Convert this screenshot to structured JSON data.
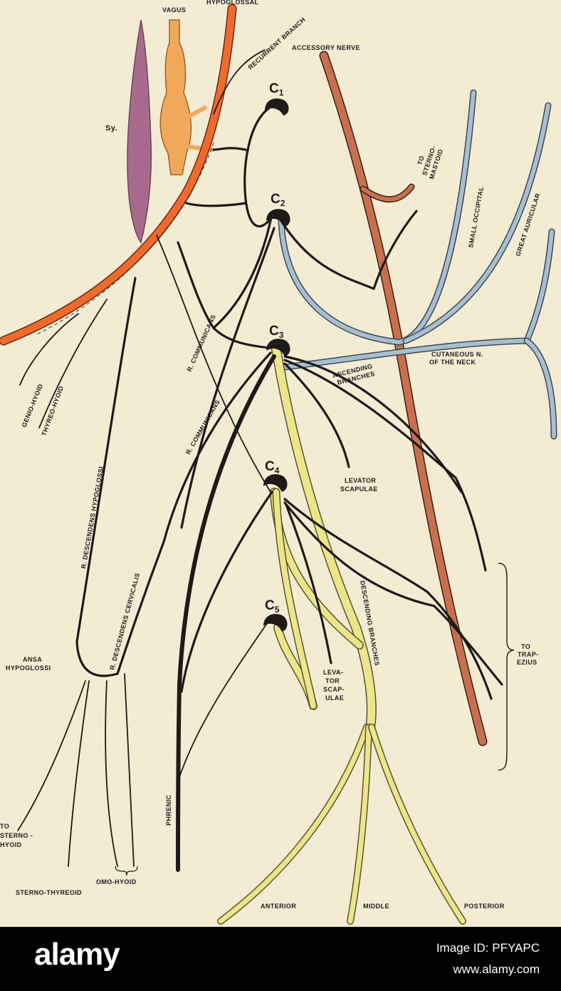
{
  "labels": {
    "hypoglossal": "HYPOGLOSSAL",
    "vagus": "VAGUS",
    "recurrent_branch": "RECURRENT BRANCH",
    "accessory_nerve": "ACCESSORY NERVE",
    "sy": "Sy.",
    "to_sterno_mastoid": [
      "TO",
      "STERNO-",
      "MASTOID"
    ],
    "small_occipital": "SMALL OCCIPITAL",
    "great_auricular": "GREAT AURICULAR",
    "cutaneous_n": [
      "CUTANEOUS N.",
      "OF THE NECK"
    ],
    "ascending_branches": [
      "ASCENDING",
      "BRANCHES"
    ],
    "genio_hyoid": "GENIO-HYOID",
    "thyreo_hyoid": "THYREO-HYOID",
    "r_communicans_1": "R. COMMUNICANS",
    "r_communicans_2": "R. COMMUNICANS",
    "r_descendens_hypoglossi": "R. DESCENDENS HYPOGLOSSI",
    "r_descendens_cervicalis": "R. DESCENDENS CERVICALIS",
    "levator_scapulae_1": [
      "LEVATOR",
      "SCAPULAE"
    ],
    "levator_scapulae_2": [
      "LEVA-",
      "TOR",
      "SCAP-",
      "ULAE"
    ],
    "descending_branches": "DESCENDING BRANCHES",
    "to_trapezius": [
      "TO",
      "TRAP-",
      "EZIUS"
    ],
    "ansa_hypoglossi": [
      "ANSA",
      "HYPOGLOSSI"
    ],
    "to_sterno_hyoid": [
      "TO",
      "STERNO -",
      "HYOID"
    ],
    "omo_hyoid": "OMO-HYOID",
    "sterno_thyreoid": "STERNO-THYREOID",
    "phrenic": "PHRENIC",
    "anterior": "ANTERIOR",
    "middle": "MIDDLE",
    "posterior": "POSTERIOR"
  },
  "roots": {
    "c1": {
      "main": "C",
      "sub": "1"
    },
    "c2": {
      "main": "C",
      "sub": "2"
    },
    "c3": {
      "main": "C",
      "sub": "3"
    },
    "c4": {
      "main": "C",
      "sub": "4"
    },
    "c5": {
      "main": "C",
      "sub": "5"
    }
  },
  "footer": {
    "brand": "alamy",
    "image_id": "Image ID: PFYAPC",
    "site": "www.alamy.com"
  },
  "colors": {
    "background": "#f3ecd2",
    "hypoglossal_artery": "#f06a2e",
    "vagus": "#f0a95a",
    "sympathetic": "#a86a8c",
    "accessory": "#c8704e",
    "cutaneous": "#a9bfd0",
    "descending_yellow": "#ece58a",
    "nerve_dark": "#1e1a18"
  }
}
